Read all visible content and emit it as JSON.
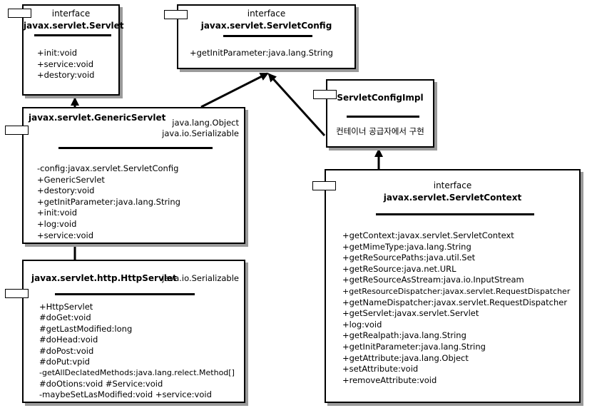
{
  "servlet": {
    "stereotype": "interface",
    "name": "javax.servlet.Servlet",
    "members": [
      "+init:void",
      "+service:void",
      "+destory:void"
    ]
  },
  "servlet_config": {
    "stereotype": "interface",
    "name": "javax.servlet.ServletConfig",
    "members": [
      "+getInitParameter:java.lang.String"
    ]
  },
  "servlet_config_impl": {
    "name": "ServletConfigImpl",
    "note": "컨테이너 공급자에서 구현"
  },
  "generic_servlet": {
    "name": "javax.servlet.GenericServlet",
    "implements": [
      "java.lang.Object",
      "java.io.Serializable"
    ],
    "members": [
      "-config:javax.servlet.ServletConfig",
      "+GenericServlet",
      "+destory:void",
      "+getInitParameter:java.lang.String",
      "+init:void",
      "+log:void",
      "+service:void"
    ]
  },
  "http_servlet": {
    "name": "javax.servlet.http.HttpServlet",
    "implements": "java.io.Serializable",
    "members": [
      "+HttpServlet",
      "#doGet:void",
      "#getLastModified:long",
      "#doHead:void",
      "#doPost:void",
      "#doPut:vpid",
      "-getAllDeclatedMethods:java.lang.relect.Method[]",
      "#doOtions:void #Service:void",
      "-maybeSetLasModified:void  +service:void"
    ]
  },
  "servlet_context": {
    "stereotype": "interface",
    "name": "javax.servlet.ServletContext",
    "members": [
      "+getContext:javax.servlet.ServletContext",
      "+getMimeType:java.lang.String",
      "+getReSourcePaths:java.util.Set",
      "+getReSource:java.net.URL",
      "+getReSourceAsStream:java.io.InputStream",
      "+getResourceDispatcher:javax.servlet.RequestDispatcher",
      "+getNameDispatcher:javax.servlet.RequestDispatcher",
      "+getServlet:javax.servlet.Servlet",
      "+log:void",
      "+getRealpath:java.lang.String",
      "+getInitParameter:java.lang.String",
      "+getAttribute:java.lang.Object",
      "+setAttribute:void",
      "+removeAttribute:void"
    ]
  }
}
